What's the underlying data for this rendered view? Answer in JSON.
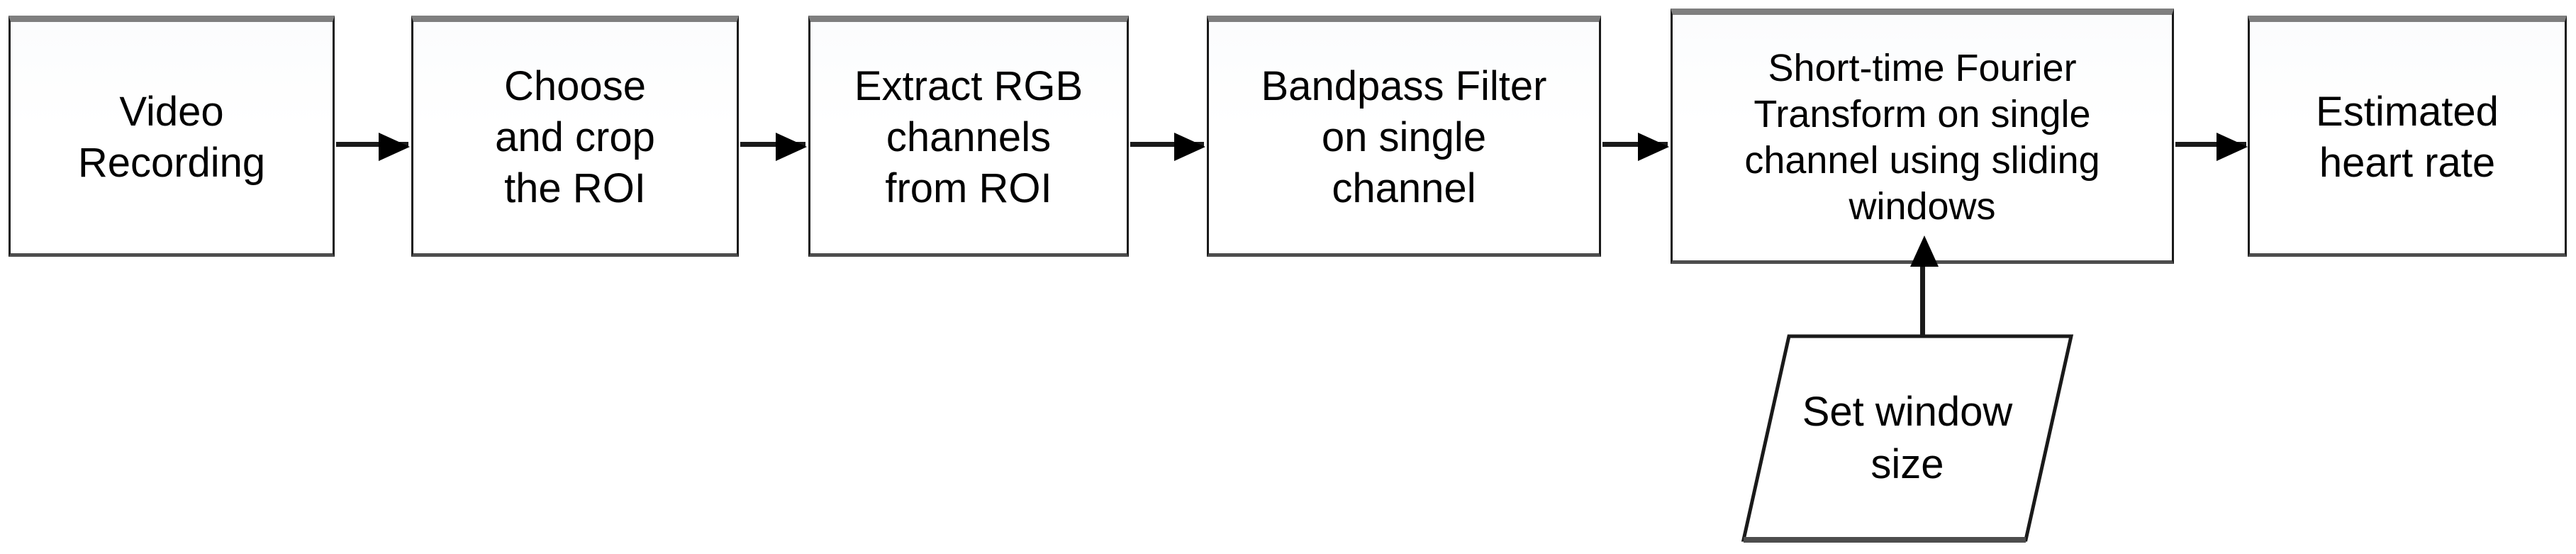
{
  "diagram": {
    "title": "Heart rate estimation pipeline flowchart",
    "orientation": "left-to-right",
    "colors": {
      "background": "#ffffff",
      "node_fill": "#ffffff",
      "node_border": "#1a1a1a",
      "node_top_shadow": "#7f7f7f",
      "connector": "#000000",
      "text": "#000000"
    },
    "nodes": [
      {
        "id": "video-recording",
        "shape": "rectangle",
        "label": "Video\nRecording"
      },
      {
        "id": "choose-crop-roi",
        "shape": "rectangle",
        "label": "Choose\nand crop\nthe ROI"
      },
      {
        "id": "extract-rgb-channels",
        "shape": "rectangle",
        "label": "Extract RGB\nchannels\nfrom ROI"
      },
      {
        "id": "bandpass-filter",
        "shape": "rectangle",
        "label": "Bandpass Filter\non single\nchannel"
      },
      {
        "id": "stft-sliding-windows",
        "shape": "rectangle",
        "label": "Short-time Fourier\nTransform on single\nchannel using sliding\nwindows"
      },
      {
        "id": "estimated-heart-rate",
        "shape": "rectangle",
        "label": "Estimated\nheart rate"
      },
      {
        "id": "set-window-size",
        "shape": "parallelogram",
        "label": "Set window\nsize"
      }
    ],
    "connectors": [
      {
        "id": "conn-1",
        "from": "video-recording",
        "to": "choose-crop-roi",
        "direction": "right"
      },
      {
        "id": "conn-2",
        "from": "choose-crop-roi",
        "to": "extract-rgb-channels",
        "direction": "right"
      },
      {
        "id": "conn-3",
        "from": "extract-rgb-channels",
        "to": "bandpass-filter",
        "direction": "right"
      },
      {
        "id": "conn-4",
        "from": "bandpass-filter",
        "to": "stft-sliding-windows",
        "direction": "right"
      },
      {
        "id": "conn-5",
        "from": "stft-sliding-windows",
        "to": "estimated-heart-rate",
        "direction": "right"
      },
      {
        "id": "conn-6",
        "from": "set-window-size",
        "to": "stft-sliding-windows",
        "direction": "up"
      }
    ]
  }
}
